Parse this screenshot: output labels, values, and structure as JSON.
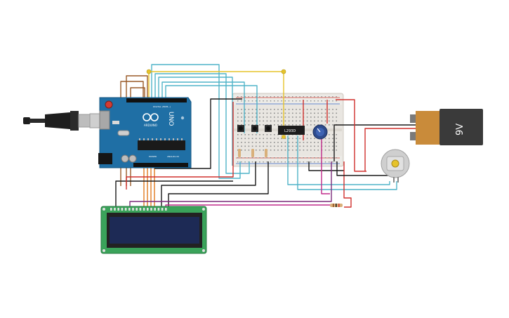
{
  "arduino": {
    "logo_text": "UNO",
    "brand_text": "ARDUINO",
    "digital_label": "DIGITAL (PWM~)",
    "power_label": "POWER",
    "analog_label": "ANALOG IN",
    "board_color": "#1f6fa5"
  },
  "driver_chip": {
    "label": "L293D"
  },
  "battery": {
    "label": "9V",
    "body_color": "#3a3a3a",
    "cap_color": "#c98b3a"
  },
  "lcd": {
    "pcb_color": "#3aa35a",
    "screen_color": "#1d2a55"
  },
  "wire_colors": {
    "red": "#d0312d",
    "black": "#1a1a1a",
    "cyan": "#4fb3c8",
    "brown": "#9a5a28",
    "orange": "#e07a1f",
    "yellow": "#e6c32a",
    "purple": "#7a2a7a",
    "magenta": "#c02a8a"
  },
  "icons": [
    "usb-cable-icon",
    "potentiometer-icon",
    "pushbutton-icon",
    "resistor-icon",
    "dc-motor-icon",
    "junction-dot-icon"
  ]
}
